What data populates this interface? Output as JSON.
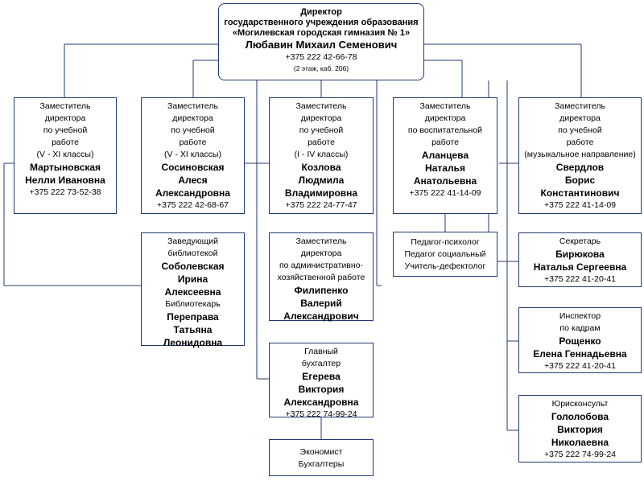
{
  "director": {
    "l1": "Директор",
    "l2": "государственного учреждения образования",
    "l3": "«Могилевская городская гимназия № 1»",
    "name": "Любавин Михаил Семенович",
    "phone": "+375 222 42-66-78",
    "room": "(2 этаж, каб. 206)"
  },
  "dep1": {
    "lines": [
      "Заместитель",
      "директора",
      "по учебной",
      "работе",
      "(V - XI классы)"
    ],
    "name": [
      "Мартыновская",
      "Нелли Ивановна"
    ],
    "phone": "+375 222 73-52-38"
  },
  "dep2": {
    "lines": [
      "Заместитель",
      "директора",
      "по учебной",
      "работе",
      "(V - XI классы)"
    ],
    "name": [
      "Сосиновская",
      "Алеся",
      "Александровна"
    ],
    "phone": "+375 222 42-68-67"
  },
  "dep3": {
    "lines": [
      "Заместитель",
      "директора",
      "по учебной",
      "работе",
      "(I - IV классы)"
    ],
    "name": [
      "Козлова",
      "Людмила",
      "Владимировна"
    ],
    "phone": "+375 222 24-77-47"
  },
  "dep4": {
    "lines": [
      "Заместитель",
      "директора",
      "по воспитательной",
      "работе"
    ],
    "name": [
      "Аланцева",
      "Наталья",
      "Анатольевна"
    ],
    "phone": "+375 222 41-14-09"
  },
  "dep5": {
    "lines": [
      "Заместитель",
      "директора",
      "по учебной",
      "работе",
      "(музыкальное направление)"
    ],
    "name": [
      "Свердлов",
      "Борис",
      "Константинович"
    ],
    "phone": "+375 222 41-14-09"
  },
  "library": {
    "l1": "Заведующий",
    "l2": "библиотекой",
    "n1": [
      "Соболевская",
      "Ирина",
      "Алексеевна"
    ],
    "l3": "Библиотекарь",
    "n2": [
      "Переправа",
      "Татьяна",
      "Леонидовна"
    ]
  },
  "admin": {
    "lines": [
      "Заместитель",
      "директора",
      "по административно-",
      "хозяйственной работе"
    ],
    "name": [
      "Филипенко",
      "Валерий",
      "Александрович"
    ]
  },
  "accountant": {
    "lines": [
      "Главный",
      "бухгалтер"
    ],
    "name": [
      "Егерева",
      "Виктория",
      "Александровна"
    ],
    "phone": "+375 222 74-99-24"
  },
  "economist": {
    "l1": "Экономист",
    "l2": "Бухгалтеры"
  },
  "psych": {
    "l1": "Педагог-психолог",
    "l2": "Педагог социальный",
    "l3": "Учитель-дефектолог"
  },
  "secretary": {
    "l1": "Секретарь",
    "name": [
      "Бирюкова",
      "Наталья Сергеевна"
    ],
    "phone": "+375 222 41-20-41"
  },
  "hr": {
    "lines": [
      "Инспектор",
      "по кадрам"
    ],
    "name": [
      "Рощенко",
      "Елена Геннадьевна"
    ],
    "phone": "+375 222 41-20-41"
  },
  "legal": {
    "l1": "Юрисконсульт",
    "name": [
      "Гололобова",
      "Виктория",
      "Николаевна"
    ],
    "phone": "+375 222 74-99-24"
  },
  "colors": {
    "line": "#1f3b73",
    "border": "#1f3b73"
  }
}
